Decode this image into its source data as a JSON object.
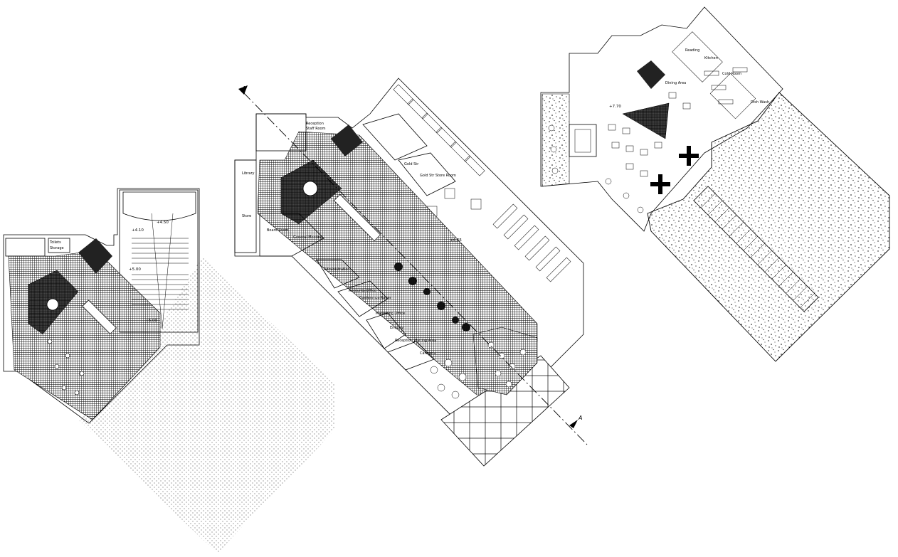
{
  "drawing": {
    "plans": [
      {
        "levels": [
          "+4.10",
          "+4.50",
          "+5.00",
          "+6.00"
        ],
        "labels": [
          "Toilets",
          "Storage"
        ]
      },
      {
        "levels": [
          "+4.65"
        ],
        "section_marks": [
          "A",
          "A"
        ],
        "labels": [
          "Reception",
          "Staff Room",
          "Gold Str",
          "Gold Str Store Room",
          "Store",
          "Board Room",
          "General Meeting",
          "Administration",
          "Accounts Office",
          "Conference Room",
          "Marketing Office",
          "Enquiry",
          "Reception Waiting Area",
          "Cafeteria",
          "Library"
        ]
      },
      {
        "levels": [
          "+7.70"
        ],
        "labels": [
          "Reading",
          "Cold Room",
          "Kitchen",
          "Dish Wash",
          "Dining Area"
        ]
      }
    ],
    "colors": {
      "line": "#000000",
      "background": "#ffffff",
      "hatch": "#1a1a1a"
    }
  }
}
